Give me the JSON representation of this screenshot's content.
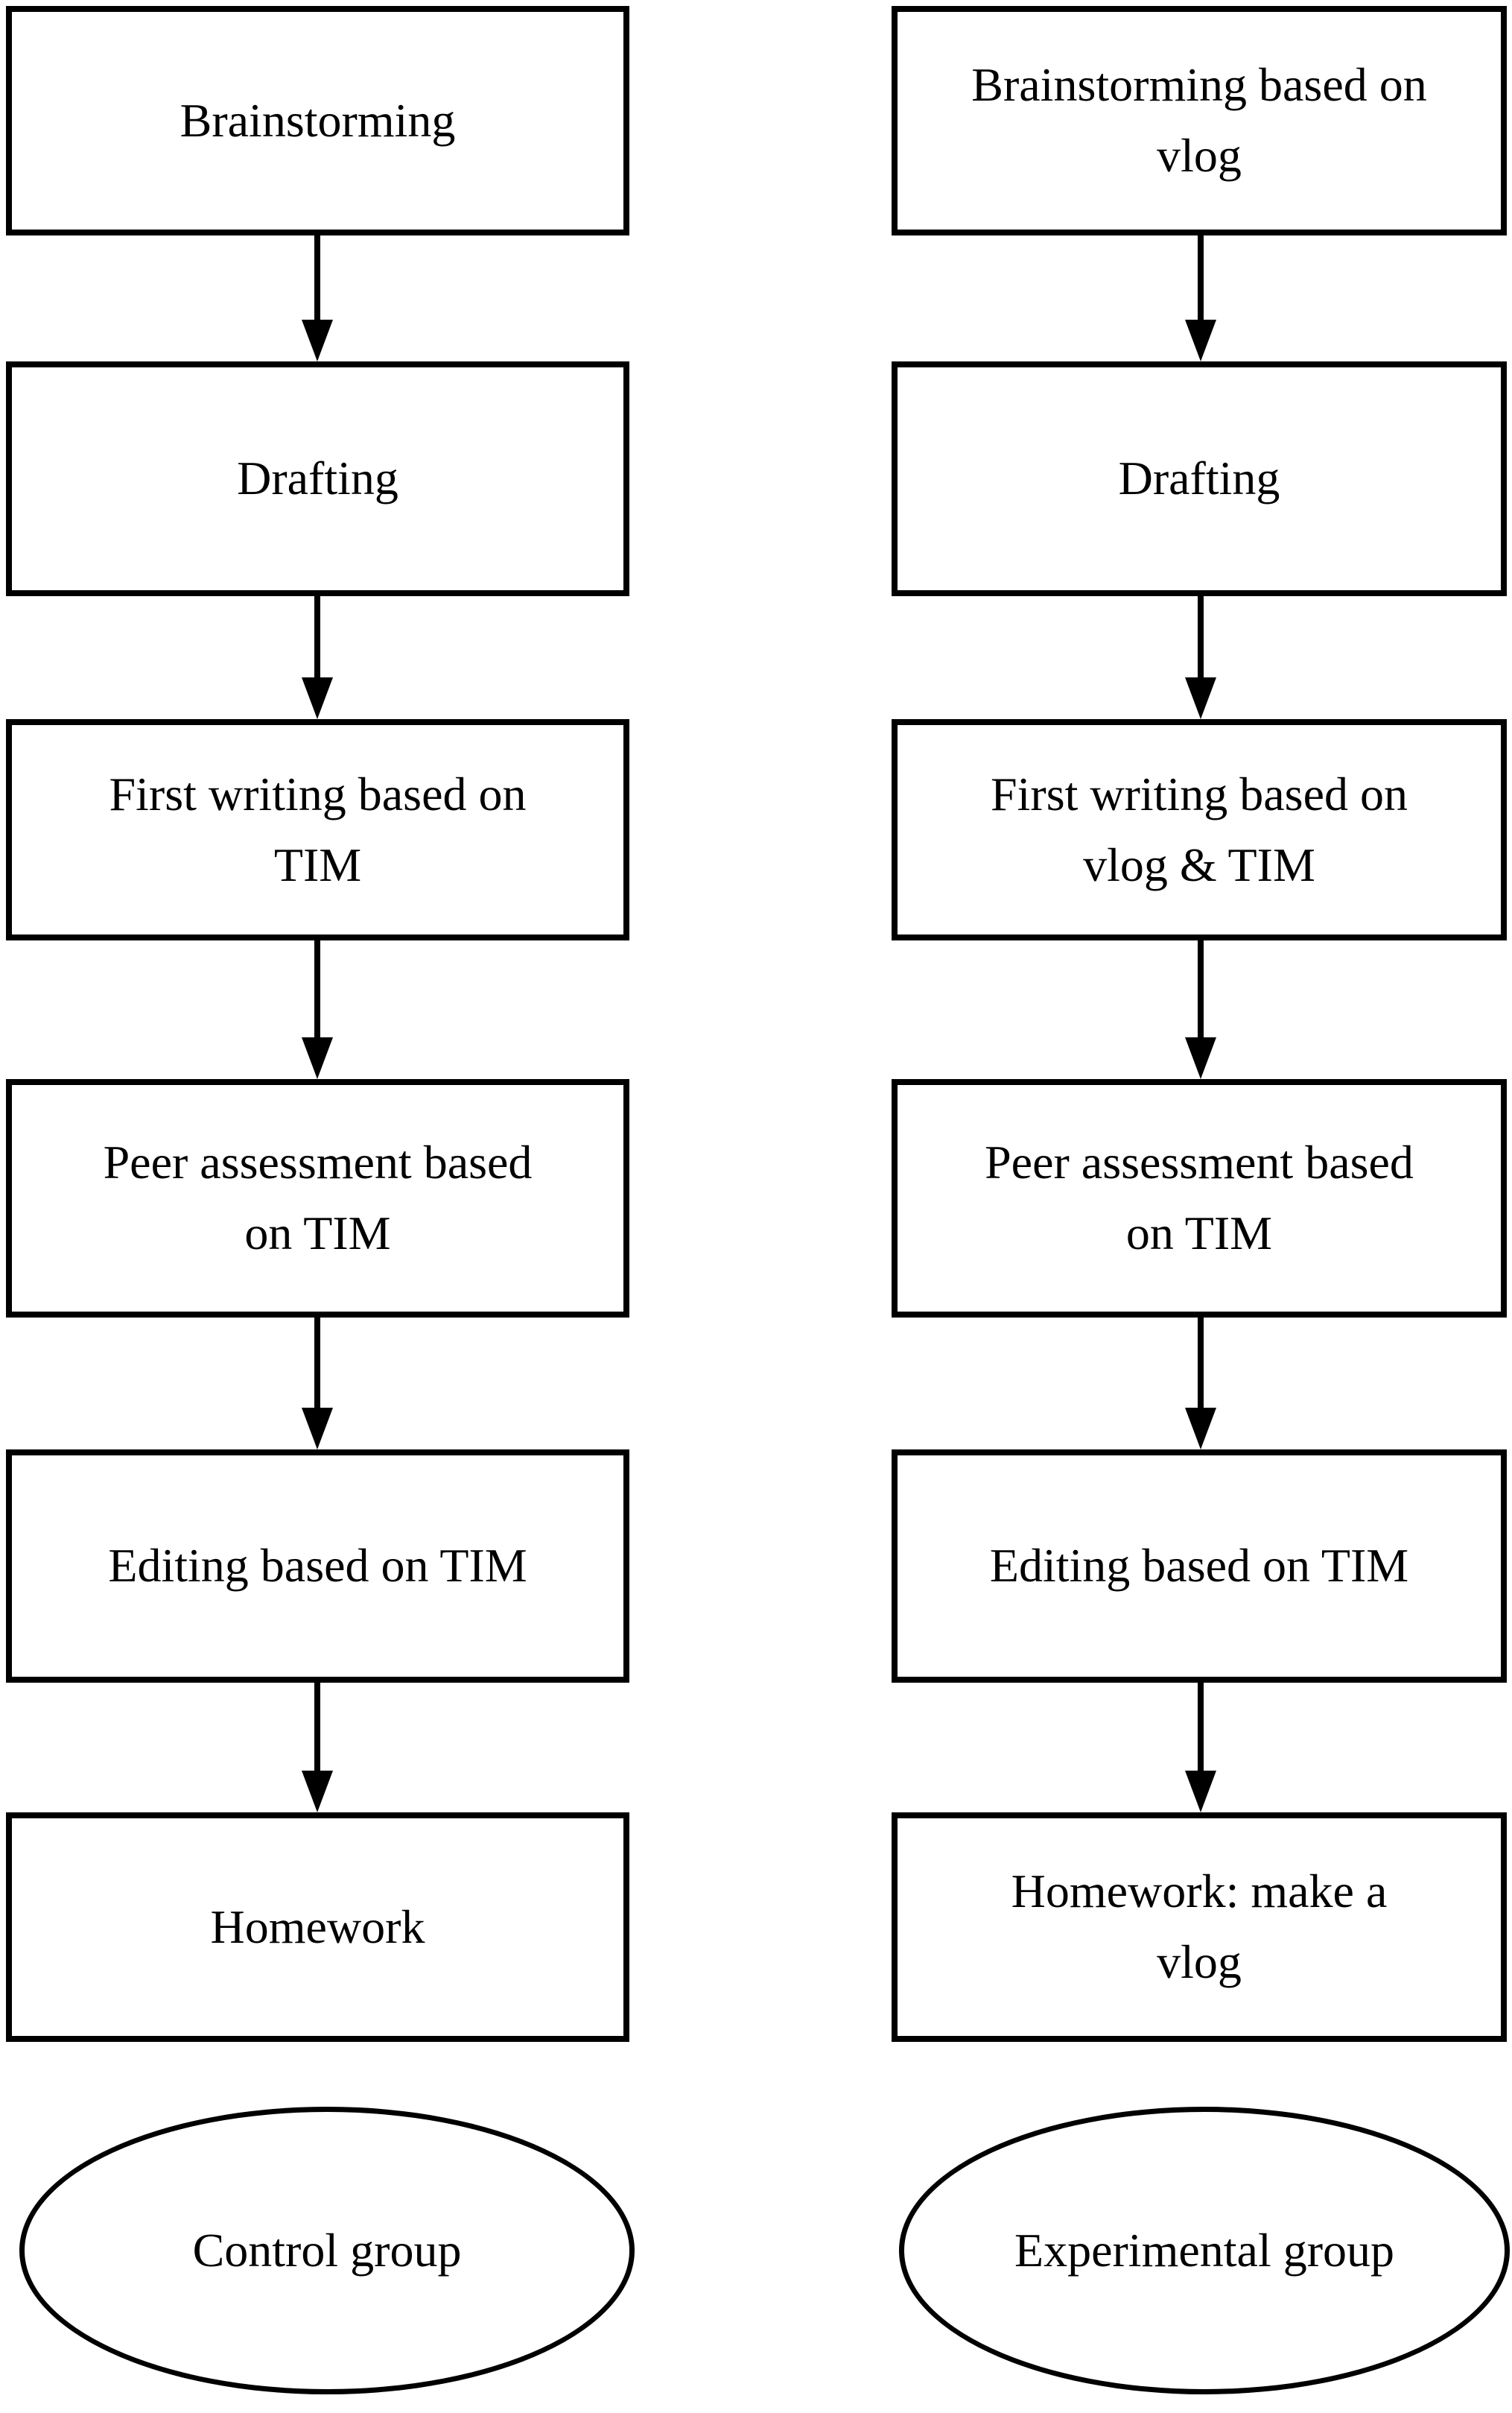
{
  "flowchart": {
    "colors": {
      "stroke": "#000000",
      "fill": "#ffffff",
      "text": "#000000"
    },
    "columns": [
      {
        "id": "control",
        "group_label": "Control group",
        "steps": [
          "Brainstorming",
          "Drafting",
          "First writing based on\nTIM",
          "Peer assessment based\non TIM",
          "Editing based on TIM",
          "Homework"
        ]
      },
      {
        "id": "experimental",
        "group_label": "Experimental group",
        "steps": [
          "Brainstorming based on\nvlog",
          "Drafting",
          "First writing based on\nvlog & TIM",
          "Peer assessment based\non TIM",
          "Editing based on TIM",
          "Homework: make a\nvlog"
        ]
      }
    ]
  }
}
